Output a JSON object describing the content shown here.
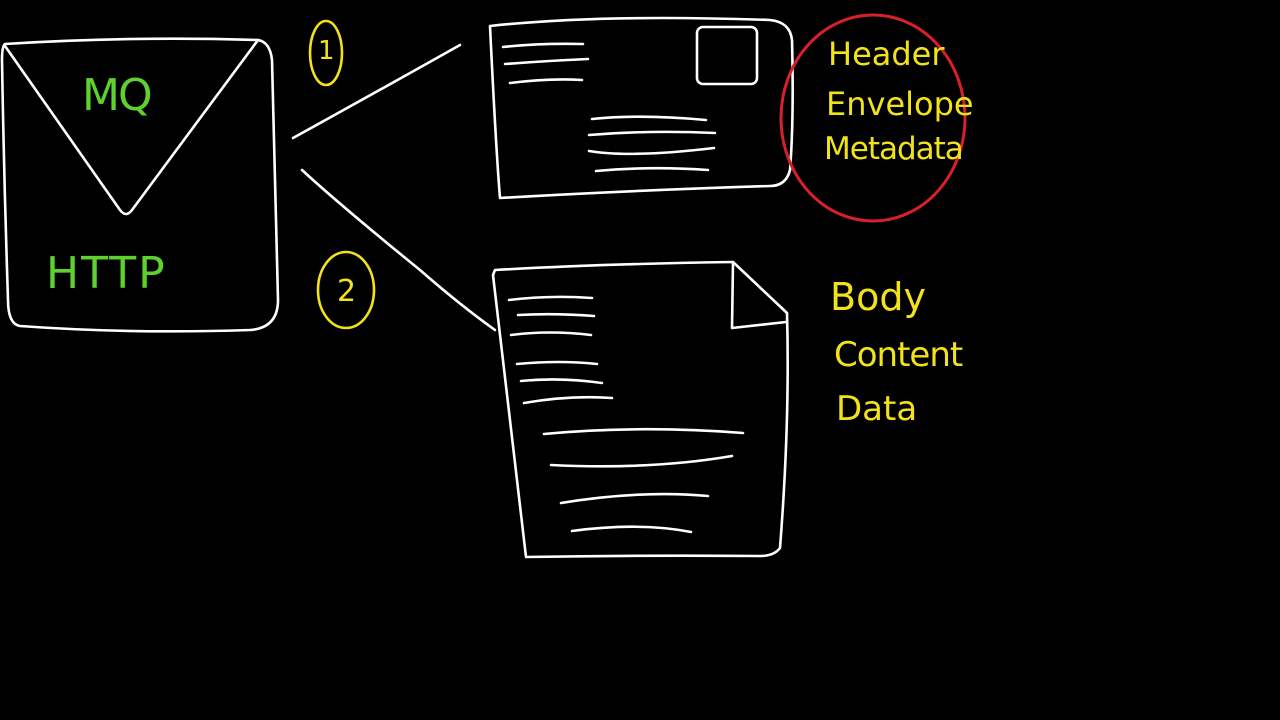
{
  "diagram": {
    "background": "#000000",
    "colors": {
      "line": "#ffffff",
      "protocol_text": "#5fd12f",
      "annotation_text": "#f2e21a",
      "highlight_circle": "#d8202a"
    },
    "envelope": {
      "label_top": "MQ",
      "label_bottom": "HTTP"
    },
    "branches": [
      {
        "number": "1",
        "icon": "postcard-icon",
        "labels": [
          "Header",
          "Envelope",
          "Metadata"
        ],
        "highlighted": true
      },
      {
        "number": "2",
        "icon": "document-icon",
        "labels": [
          "Body",
          "Content",
          "Data"
        ],
        "highlighted": false
      }
    ]
  }
}
